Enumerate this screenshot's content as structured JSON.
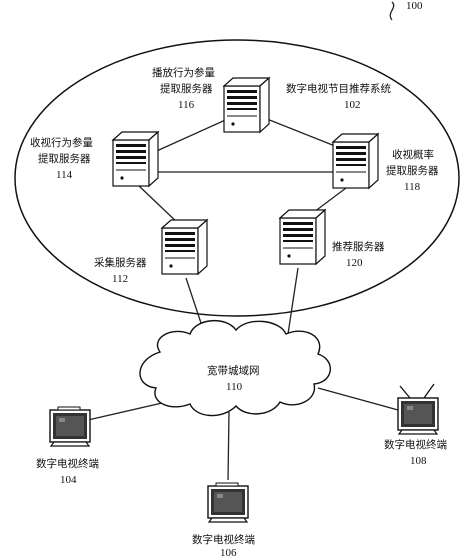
{
  "figure_ref": "100",
  "system": {
    "label": "数字电视节目推荐系统",
    "ref": "102"
  },
  "servers": {
    "broadcast_extract": {
      "label_line1": "播放行为参量",
      "label_line2": "提取服务器",
      "ref": "116"
    },
    "viewing_extract": {
      "label_line1": "收视行为参量",
      "label_line2": "提取服务器",
      "ref": "114"
    },
    "probability_extract": {
      "label_line1": "收视概率",
      "label_line2": "提取服务器",
      "ref": "118"
    },
    "collection": {
      "label": "采集服务器",
      "ref": "112"
    },
    "recommendation": {
      "label": "推荐服务器",
      "ref": "120"
    }
  },
  "network": {
    "label": "宽带城域网",
    "ref": "110"
  },
  "terminals": {
    "t104": {
      "label": "数字电视终端",
      "ref": "104"
    },
    "t106": {
      "label": "数字电视终端",
      "ref": "106"
    },
    "t108": {
      "label": "数字电视终端",
      "ref": "108"
    }
  }
}
